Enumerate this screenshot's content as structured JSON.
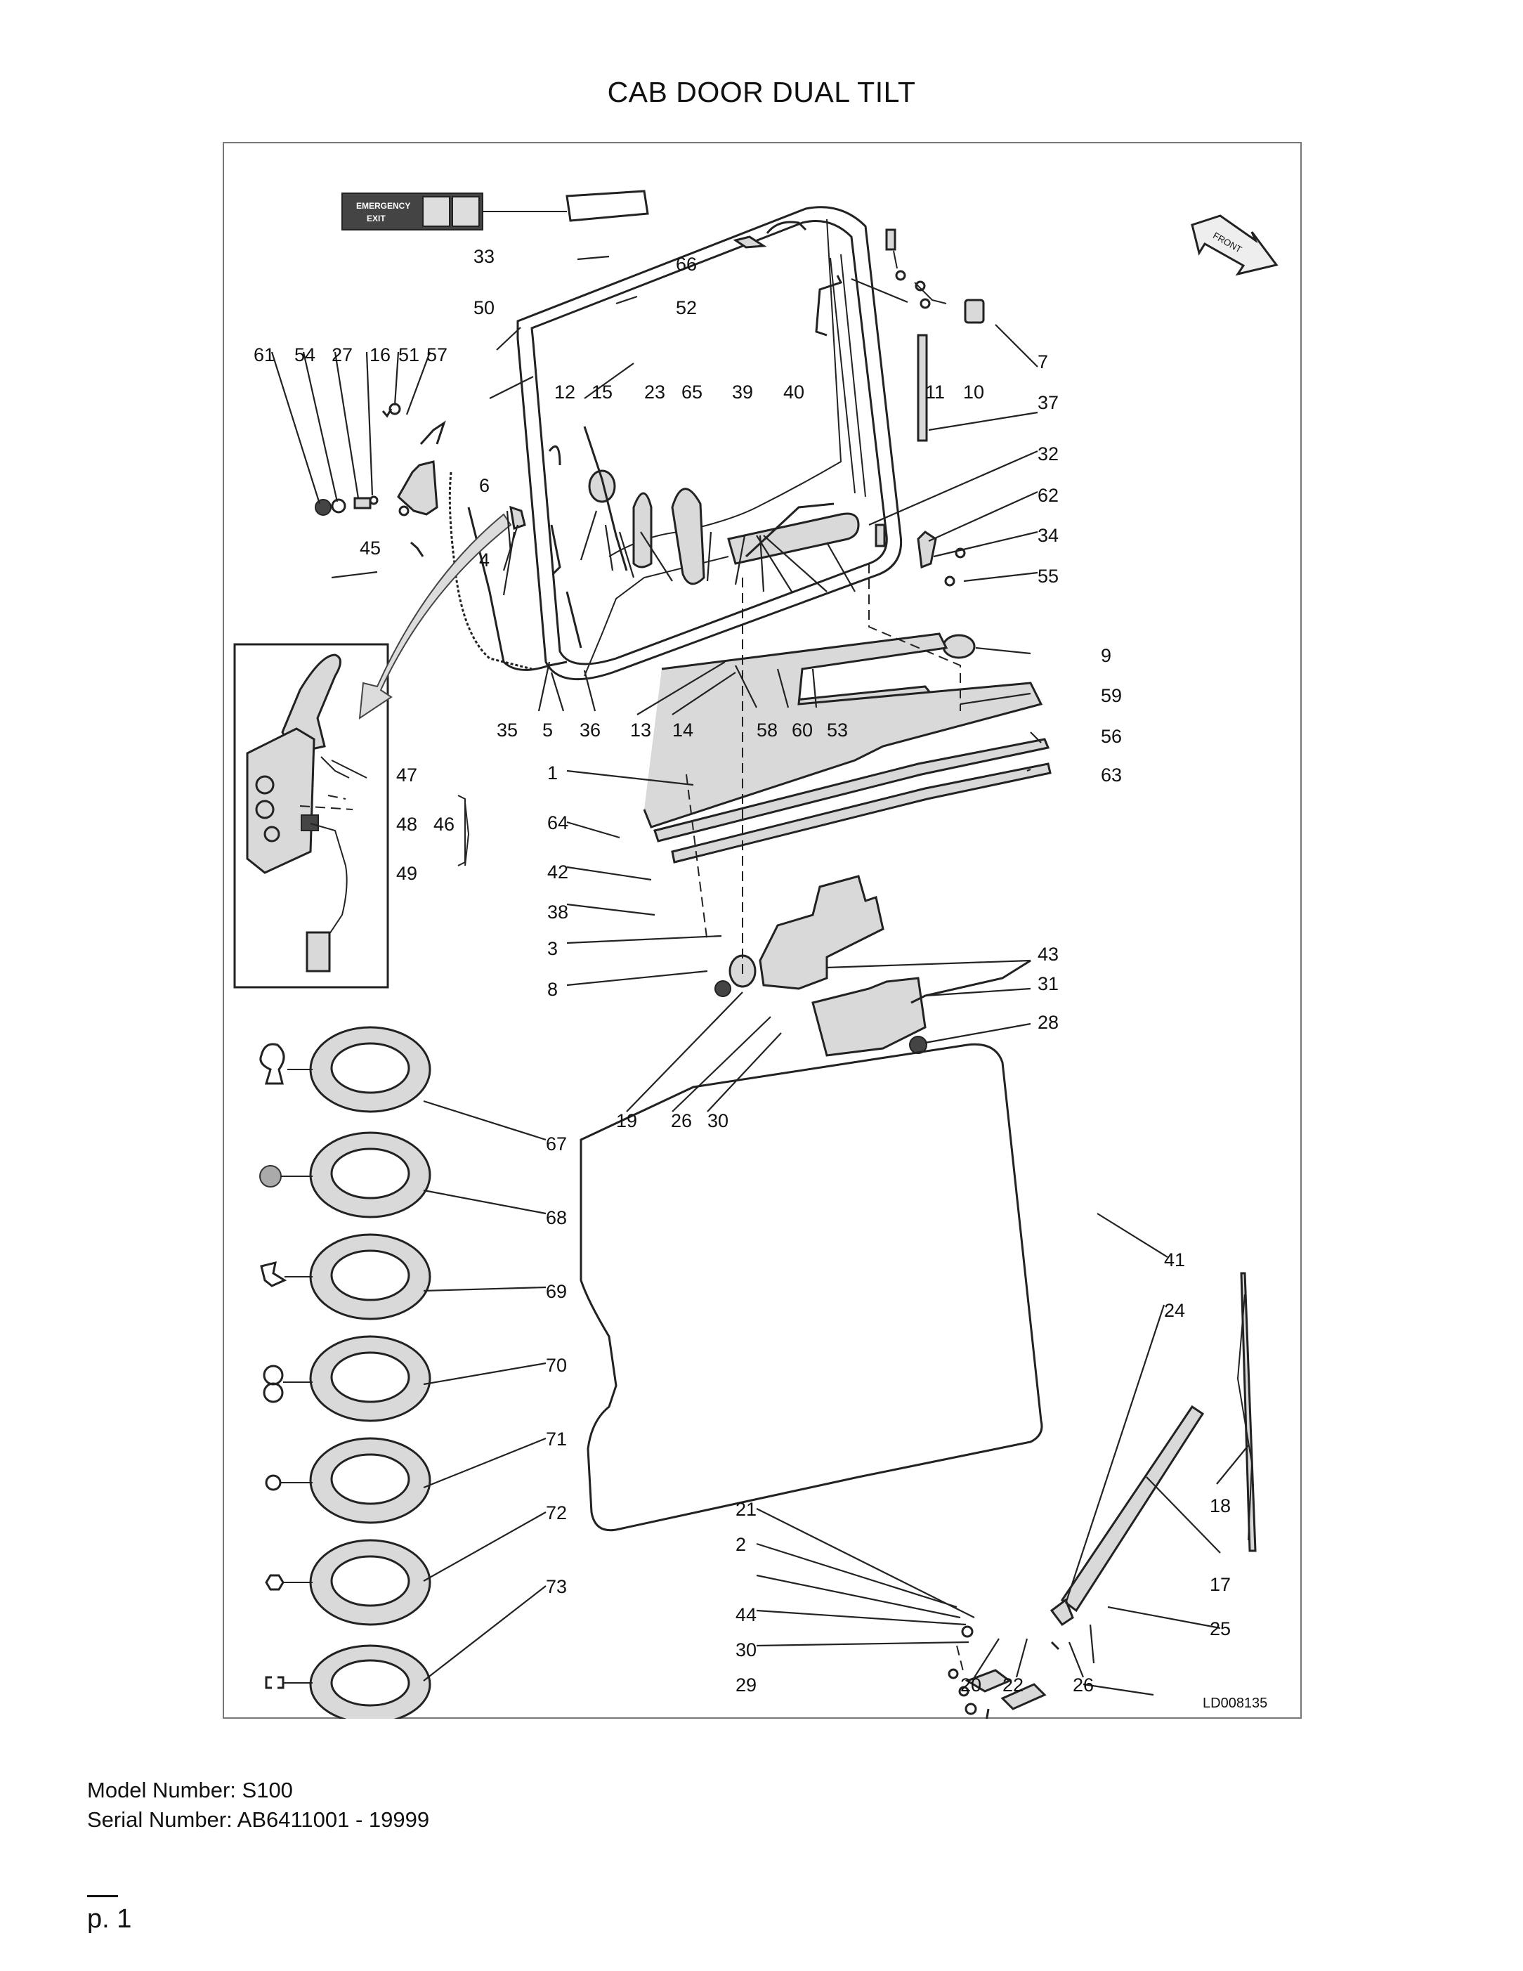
{
  "title": "CAB DOOR DUAL TILT",
  "drawing_id": "LD008135",
  "decal": {
    "line1": "EMERGENCY",
    "line2": "EXIT"
  },
  "arrow_label": "FRONT",
  "callouts": [
    "1",
    "2",
    "3",
    "4",
    "5",
    "6",
    "7",
    "8",
    "9",
    "10",
    "11",
    "12",
    "13",
    "14",
    "15",
    "16",
    "17",
    "18",
    "19",
    "20",
    "21",
    "22",
    "23",
    "24",
    "25",
    "26",
    "26",
    "27",
    "28",
    "29",
    "30",
    "30",
    "31",
    "32",
    "33",
    "34",
    "35",
    "36",
    "37",
    "38",
    "39",
    "40",
    "41",
    "42",
    "43",
    "44",
    "45",
    "46",
    "47",
    "48",
    "49",
    "50",
    "51",
    "52",
    "53",
    "54",
    "55",
    "56",
    "57",
    "58",
    "59",
    "60",
    "61",
    "62",
    "63",
    "64",
    "65",
    "66",
    "67",
    "68",
    "69",
    "70",
    "71",
    "72",
    "73"
  ],
  "footer": {
    "model": "Model Number: S100",
    "serial": "Serial Number: AB6411001 - 19999",
    "page": "p. 1"
  }
}
